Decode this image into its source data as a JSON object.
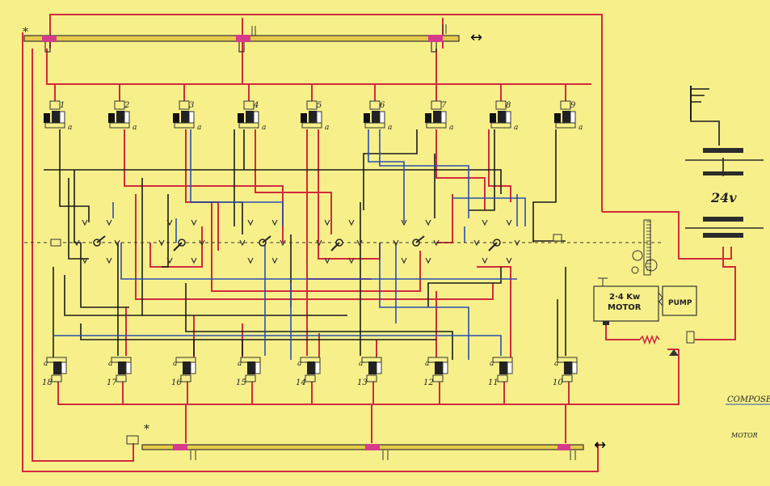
{
  "labels": {
    "top_star": "*",
    "bottom_star": "*",
    "top_arrow": "↔",
    "bottom_arrow": "↔",
    "battery": "24v",
    "motor": "2.4 Kw\nMOTOR",
    "motor_line1": "2·4 Kw",
    "motor_line2": "MOTOR",
    "pump": "PUMP",
    "side_note_1": "COMPOSE",
    "side_note_2": "MOTOR",
    "contact_a": "a"
  },
  "relays_top": [
    "1",
    "2",
    "3",
    "4",
    "5",
    "6",
    "7",
    "8",
    "9"
  ],
  "relays_bottom": [
    "18",
    "17",
    "16",
    "15",
    "14",
    "13",
    "12",
    "11",
    "10"
  ],
  "colors": {
    "background": "#f7f08a",
    "red_wire": "#d12a3e",
    "black_wire": "#1b1b1b",
    "blue_wire": "#2a4fb0",
    "rod": "#e6c94a",
    "rod_clamp": "#d63a8a"
  },
  "icons": [
    "ground-icon",
    "battery-icon",
    "gear-rack-icon",
    "heater-resistor-icon",
    "switch-icon"
  ]
}
